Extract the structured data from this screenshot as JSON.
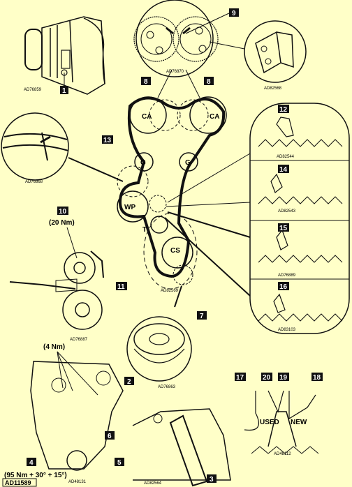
{
  "figure_id": "AD11589",
  "callouts": [
    "1",
    "2",
    "3",
    "4",
    "5",
    "6",
    "7",
    "8",
    "8",
    "9",
    "10",
    "11",
    "12",
    "13",
    "14",
    "15",
    "16",
    "17",
    "18",
    "19",
    "20"
  ],
  "pulleys": {
    "cam_left": "CA",
    "cam_right": "CA",
    "guide_left": "G",
    "guide_right": "G",
    "water_pump": "WP",
    "tensioner": "T",
    "crank": "CS"
  },
  "torques": {
    "tensioner": "(20 Nm)",
    "cover": "(4 Nm)",
    "crank_bolt": "(95 Nm + 30° + 15°)"
  },
  "wear_text": {
    "used": "USED",
    "new": "NEW"
  },
  "captions": {
    "c_pump": "AD76859",
    "c_cams": "AD76870",
    "c_tool": "AD82568",
    "c_mark": "AD76868",
    "c_ex12": "AD82544",
    "c_ex14": "AD82543",
    "c_ex15": "AD76889",
    "c_ex16": "AD83103",
    "c_tens": "AD76887",
    "c_crank": "AD82569",
    "c_sprocket": "AD76863",
    "c_cover": "AD48131",
    "c_lock": "AD82564",
    "c_gear": "AD48112"
  }
}
